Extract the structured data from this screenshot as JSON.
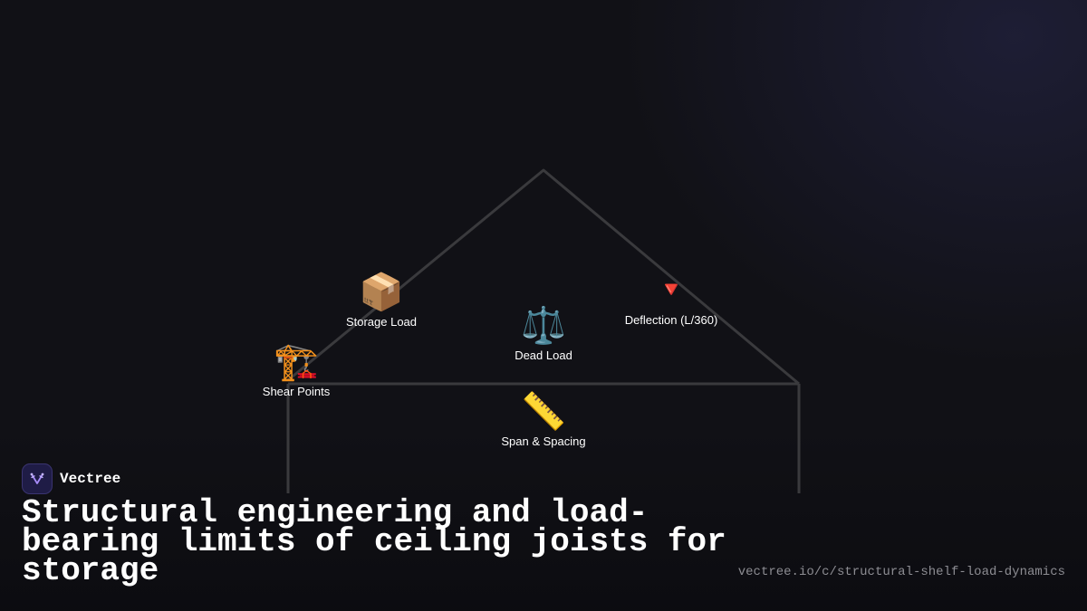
{
  "nodes": [
    {
      "id": "storage-load",
      "icon": "package-icon",
      "glyph": "📦",
      "label": "Storage Load"
    },
    {
      "id": "dead-load",
      "icon": "balance-scale-icon",
      "glyph": "⚖️",
      "label": "Dead Load"
    },
    {
      "id": "deflection",
      "icon": "down-triangle-icon",
      "glyph": "🔻",
      "label": "Deflection (L/360)"
    },
    {
      "id": "shear-points",
      "icon": "construction-crane-icon",
      "glyph": "🏗️",
      "label": "Shear Points"
    },
    {
      "id": "span-spacing",
      "icon": "ruler-icon",
      "glyph": "📏",
      "label": "Span & Spacing"
    }
  ],
  "brand": {
    "name": "Vectree",
    "logo_icon": "vectree-logo-icon"
  },
  "title": "Structural engineering and load-bearing limits of ceiling joists for storage",
  "source_url": "vectree.io/c/structural-shelf-load-dynamics",
  "colors": {
    "background": "#111116",
    "structure_lines": "#3a3a3d",
    "text": "#ffffff",
    "muted_text": "#8d8d93",
    "logo_bg": "#1f1c46",
    "logo_accent": "#a78bfa"
  }
}
